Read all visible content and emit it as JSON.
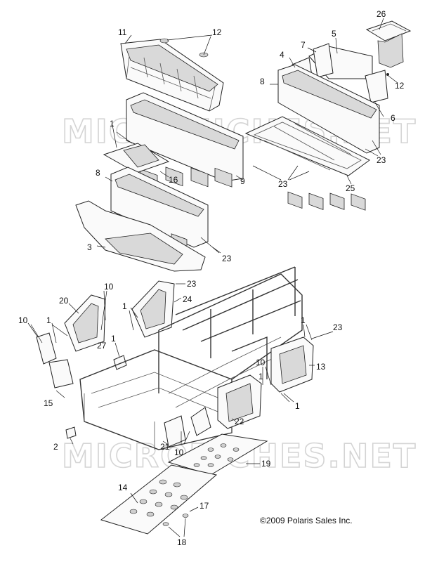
{
  "watermarks": [
    "MICROFICHES.NET",
    "MICROFICHES.NET"
  ],
  "copyright": "©2009 Polaris Sales Inc.",
  "callouts": [
    {
      "id": "c11a",
      "text": "11"
    },
    {
      "id": "c12a",
      "text": "12"
    },
    {
      "id": "c26",
      "text": "26"
    },
    {
      "id": "c5",
      "text": "5"
    },
    {
      "id": "c7",
      "text": "7"
    },
    {
      "id": "c4",
      "text": "4"
    },
    {
      "id": "c8a",
      "text": "8"
    },
    {
      "id": "c12b",
      "text": "12"
    },
    {
      "id": "c6",
      "text": "6"
    },
    {
      "id": "c1a",
      "text": "1"
    },
    {
      "id": "c16",
      "text": "16"
    },
    {
      "id": "c9",
      "text": "9"
    },
    {
      "id": "c23a",
      "text": "23"
    },
    {
      "id": "c23b",
      "text": "23"
    },
    {
      "id": "c25",
      "text": "25"
    },
    {
      "id": "c8b",
      "text": "8"
    },
    {
      "id": "c3",
      "text": "3"
    },
    {
      "id": "c23c",
      "text": "23"
    },
    {
      "id": "c10a",
      "text": "10"
    },
    {
      "id": "c20",
      "text": "20"
    },
    {
      "id": "c1b",
      "text": "1"
    },
    {
      "id": "c23d",
      "text": "23"
    },
    {
      "id": "c24",
      "text": "24"
    },
    {
      "id": "c1c",
      "text": "1"
    },
    {
      "id": "c10b",
      "text": "10"
    },
    {
      "id": "c1d",
      "text": "1"
    },
    {
      "id": "c27",
      "text": "27"
    },
    {
      "id": "c1e",
      "text": "1"
    },
    {
      "id": "c15",
      "text": "15"
    },
    {
      "id": "c1f",
      "text": "1"
    },
    {
      "id": "c23e",
      "text": "23"
    },
    {
      "id": "c13",
      "text": "13"
    },
    {
      "id": "c10c",
      "text": "10"
    },
    {
      "id": "c1g",
      "text": "1"
    },
    {
      "id": "c22",
      "text": "22"
    },
    {
      "id": "c2",
      "text": "2"
    },
    {
      "id": "c21",
      "text": "21"
    },
    {
      "id": "c10d",
      "text": "10"
    },
    {
      "id": "c19",
      "text": "19"
    },
    {
      "id": "c14",
      "text": "14"
    },
    {
      "id": "c17",
      "text": "17"
    },
    {
      "id": "c18",
      "text": "18"
    }
  ]
}
